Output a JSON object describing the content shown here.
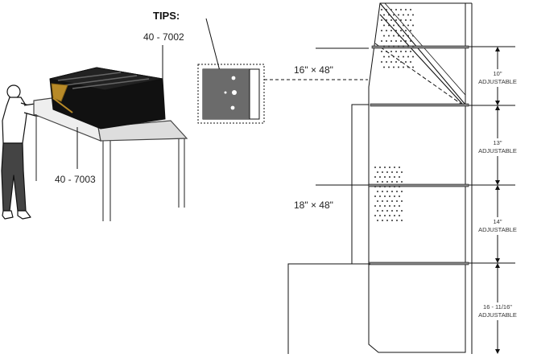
{
  "tips_label": "TIPS:",
  "parts": {
    "top": "40 - 7002",
    "bottom": "40 - 7003"
  },
  "shelf_sizes": {
    "upper": "16\" × 48\"",
    "lower": "18\" × 48\""
  },
  "dimensions": [
    {
      "line1": "10\"",
      "line2": "ADJUSTABLE"
    },
    {
      "line1": "13\"",
      "line2": "ADJUSTABLE"
    },
    {
      "line1": "14\"",
      "line2": "ADJUSTABLE"
    },
    {
      "line1": "16 - 11/16\"",
      "line2": "ADJUSTABLE"
    }
  ]
}
